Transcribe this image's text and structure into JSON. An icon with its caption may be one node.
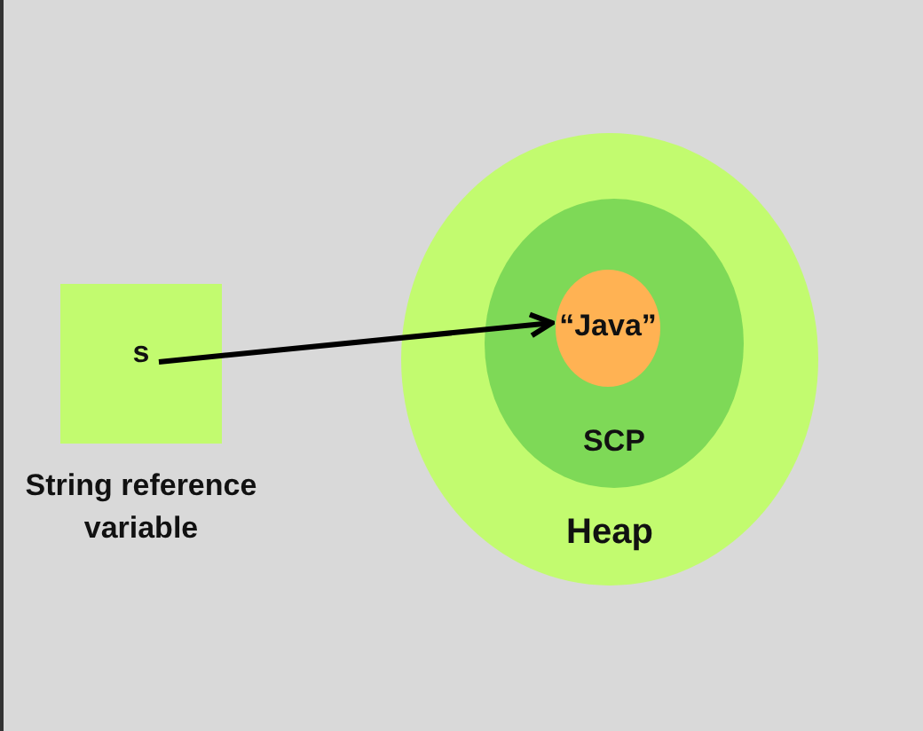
{
  "diagram": {
    "nodes": [
      {
        "text": [
          "s"
        ],
        "beside": [
          "String reference variable"
        ]
      },
      {
        "text": [
          "Heap"
        ]
      },
      {
        "text": [
          "SCP"
        ],
        "in": 1
      },
      {
        "text": [
          "“Java”"
        ],
        "in": 2
      }
    ],
    "edges": [
      {
        "from": 0,
        "to": 3,
        "arrow": "to"
      }
    ]
  }
}
